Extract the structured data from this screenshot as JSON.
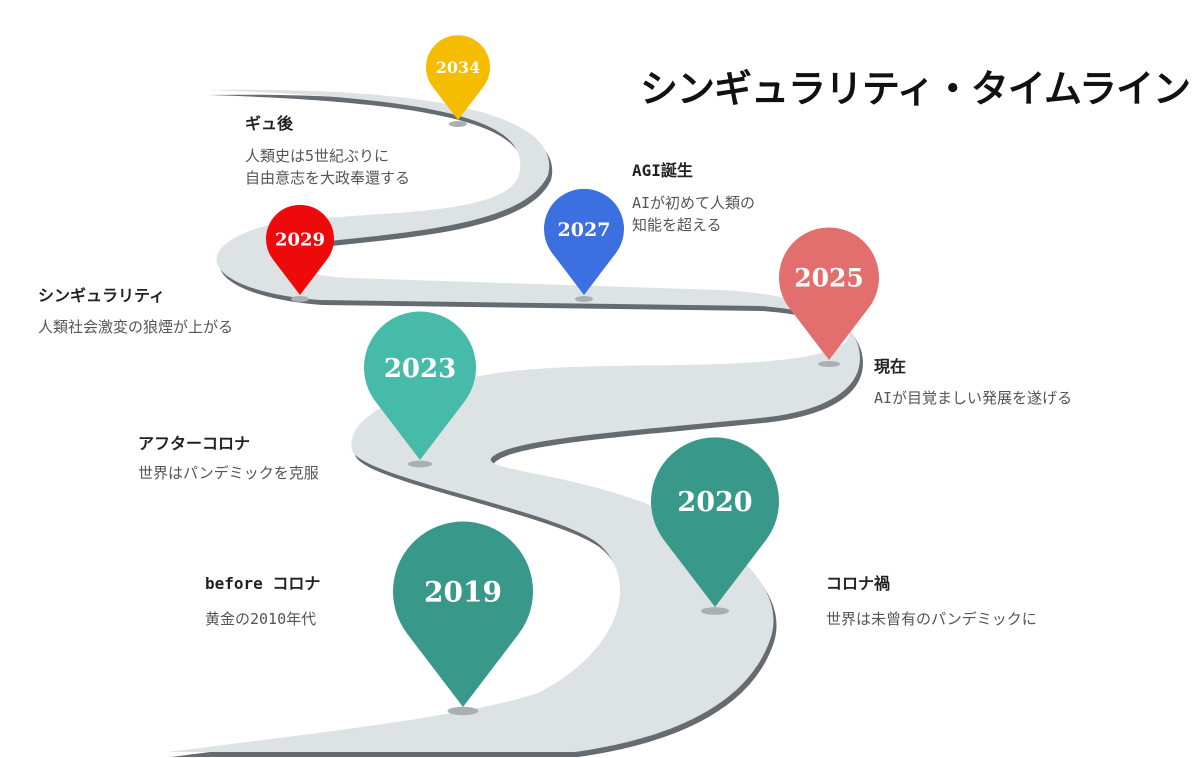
{
  "title": "シンギュラリティ・タイムライン",
  "events": [
    {
      "year": "2034",
      "heading": "ギュ後",
      "body": [
        "人類史は5世紀ぶりに",
        "自由意志を大政奉還する"
      ],
      "color": "#f5bc00"
    },
    {
      "year": "2029",
      "heading": "シンギュラリティ",
      "body": [
        "人類社会激変の狼煙が上がる"
      ],
      "color": "#ee0a0a"
    },
    {
      "year": "2027",
      "heading": "AGI誕生",
      "body": [
        "AIが初めて人類の",
        "知能を超える"
      ],
      "color": "#3c6fe0"
    },
    {
      "year": "2025",
      "heading": "現在",
      "body": [
        "AIが目覚ましい発展を遂げる"
      ],
      "color": "#e36e6e"
    },
    {
      "year": "2023",
      "heading": "アフターコロナ",
      "body": [
        "世界はパンデミックを克服"
      ],
      "color": "#47bba9"
    },
    {
      "year": "2020",
      "heading": "コロナ禍",
      "body": [
        "世界は未曾有のパンデミックに"
      ],
      "color": "#38998a"
    },
    {
      "year": "2019",
      "heading": "before コロナ",
      "body": [
        "黄金の2010年代"
      ],
      "color": "#38998a"
    }
  ],
  "colors": {
    "road": "#dde2e4",
    "road_edge": "#666b70",
    "pin_shadow": "#a9b0b3"
  }
}
